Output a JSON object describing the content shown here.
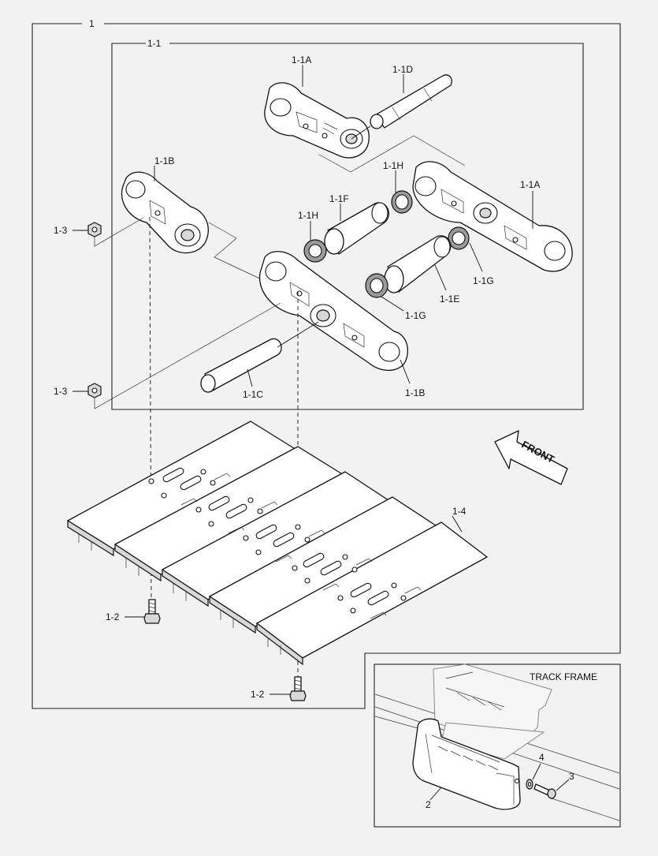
{
  "callouts": {
    "assembly": "1",
    "link_assembly": "1-1",
    "link_a_top": "1-1A",
    "pin_d": "1-1D",
    "link_b_left": "1-1B",
    "seal_h_upper": "1-1H",
    "link_a_right": "1-1A",
    "bushing_f": "1-1F",
    "seal_h_lower": "1-1H",
    "nut_upper": "1-3",
    "seal_g_right": "1-1G",
    "bushing_e": "1-1E",
    "seal_g_lower": "1-1G",
    "nut_lower": "1-3",
    "pin_c": "1-1C",
    "link_b_lower": "1-1B",
    "shoe": "1-4",
    "bolt_upper": "1-2",
    "bolt_lower": "1-2",
    "guard": "2",
    "guard_bolt": "3",
    "guard_washer": "4"
  },
  "labels": {
    "front": "FRONT",
    "track_frame": "TRACK FRAME"
  }
}
